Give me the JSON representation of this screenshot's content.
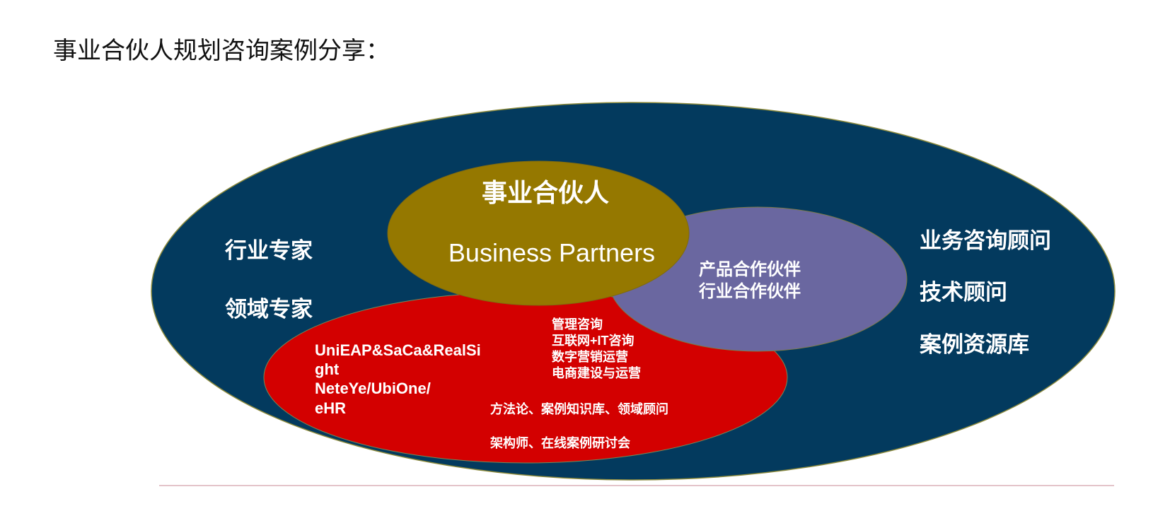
{
  "title": "事业合伙人规划咨询案例分享：",
  "outer": {
    "left_items": [
      "行业专家",
      "领域专家"
    ],
    "right_items": [
      "业务咨询顾问",
      "技术顾问",
      "案例资源库"
    ]
  },
  "core": {
    "title": "事业合伙人",
    "subtitle": "Business Partners"
  },
  "partners": {
    "lines": [
      "产品合作伙伴",
      "行业合作伙伴"
    ]
  },
  "products": {
    "lines": [
      "UniEAP&SaCa&RealSi",
      "ght",
      "NeteYe/UbiOne/",
      "eHR"
    ],
    "services": [
      "管理咨询",
      "互联网+IT咨询",
      "数字营销运营",
      "电商建设与运营"
    ],
    "methods": [
      "方法论、案例知识库、领域顾问",
      "架构师、在线案例研讨会"
    ]
  },
  "colors": {
    "outer_fill": "#033A5E",
    "core_fill": "#957800",
    "partners_fill": "#6A67A0",
    "products_fill": "#D30000",
    "rule_line": "#C98A94"
  }
}
